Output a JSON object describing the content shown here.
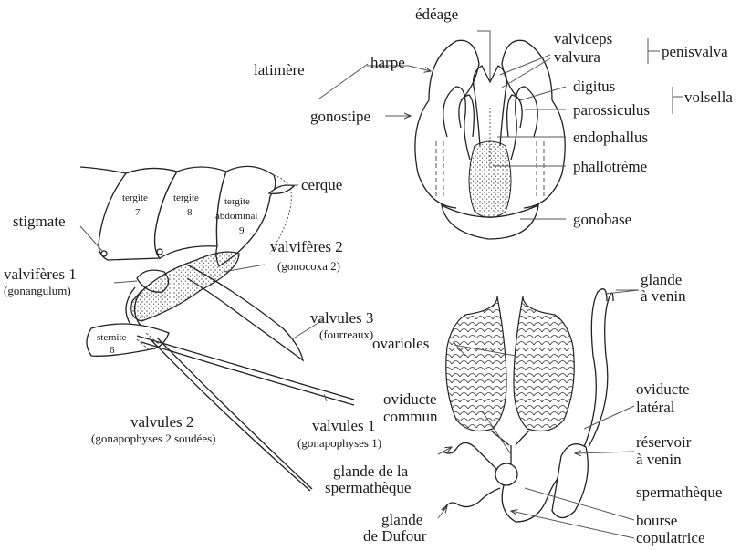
{
  "male_genitalia": {
    "edeage": "édéage",
    "valviceps": "valviceps",
    "valvura": "valvura",
    "penisvalva": "penisvalva",
    "latimere": "latimère",
    "harpe": "harpe",
    "digitus": "digitus",
    "parossiculus": "parossiculus",
    "volsella": "volsella",
    "gonostipe": "gonostipe",
    "endophallus": "endophallus",
    "phallotreme": "phallotrème",
    "gonobase": "gonobase"
  },
  "ovipositor": {
    "cerque": "cerque",
    "tergite7_a": "tergite",
    "tergite7_b": "7",
    "tergite8_a": "tergite",
    "tergite8_b": "8",
    "tergite9_a": "tergite",
    "tergite9_b": "abdominal",
    "tergite9_c": "9",
    "stigmate": "stigmate",
    "valviferes2": "valvifères 2",
    "gonocoxa2": "(gonocoxa 2)",
    "valviferes1": "valvifères 1",
    "gonangulum": "(gonangulum)",
    "valvules3": "valvules 3",
    "fourreaux": "(fourreaux)",
    "sternite_a": "sternite",
    "sternite_b": "6",
    "valvules2": "valvules 2",
    "gonapophyses2": "(gonapophyses 2 soudées)",
    "valvules1": "valvules 1",
    "gonapophyses1": "(gonapophyses 1)"
  },
  "female_system": {
    "glande_venin_a": "glande",
    "glande_venin_b": "à venin",
    "ovarioles": "ovarioles",
    "oviducte_commun_a": "oviducte",
    "oviducte_commun_b": "commun",
    "oviducte_lateral_a": "oviducte",
    "oviducte_lateral_b": "latéral",
    "reservoir_a": "réservoir",
    "reservoir_b": "à venin",
    "glande_sperm_a": "glande de la",
    "glande_sperm_b": "spermathèque",
    "spermatheque": "spermathèque",
    "glande_dufour_a": "glande",
    "glande_dufour_b": "de Dufour",
    "bourse_a": "bourse",
    "bourse_b": "copulatrice"
  },
  "colors": {
    "ink": "#222222",
    "leader": "#555555",
    "stipple": "#444444"
  }
}
